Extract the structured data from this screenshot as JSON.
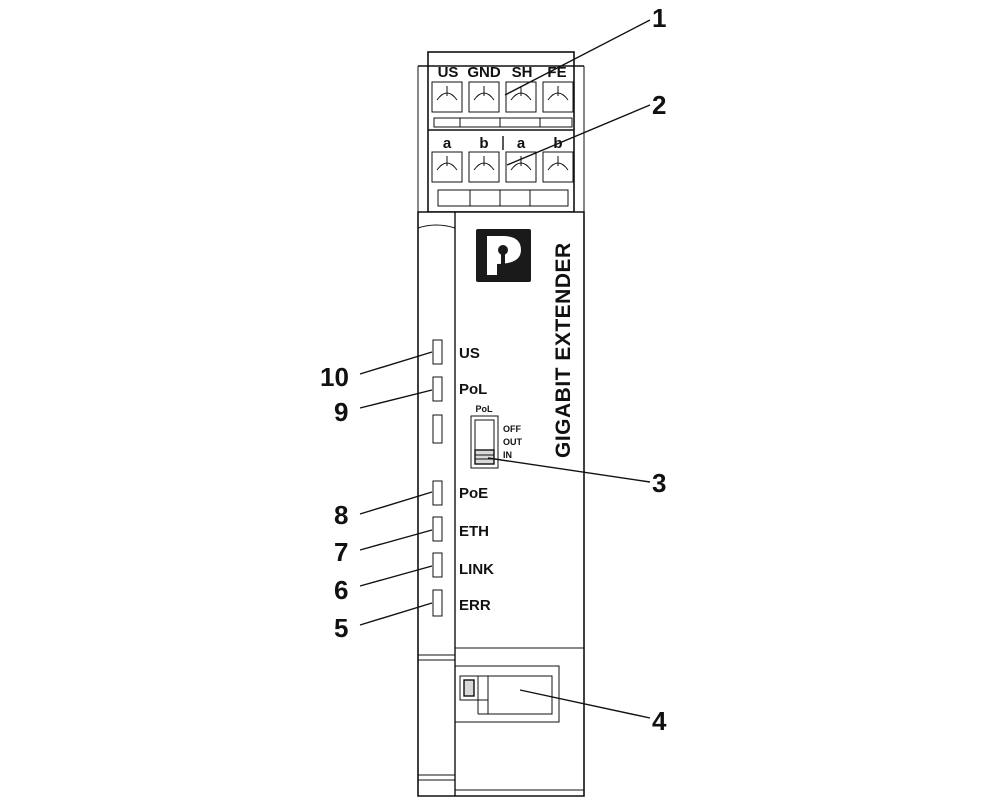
{
  "terminal_row1": [
    "US",
    "GND",
    "SH",
    "FE"
  ],
  "terminal_row2": [
    "a",
    "b",
    "a",
    "b"
  ],
  "brand_text": "GIGABIT EXTENDER",
  "led_labels": {
    "us": "US",
    "pol": "PoL",
    "poe": "PoE",
    "eth": "ETH",
    "link": "LINK",
    "err": "ERR"
  },
  "switch": {
    "title": "PoL",
    "positions": [
      "OFF",
      "OUT",
      "IN"
    ]
  },
  "callouts": {
    "c1": "1",
    "c2": "2",
    "c3": "3",
    "c4": "4",
    "c5": "5",
    "c6": "6",
    "c7": "7",
    "c8": "8",
    "c9": "9",
    "c10": "10"
  },
  "colors": {
    "line": "#111111",
    "logo": "#1a1a1a",
    "shade": "#d9d9d9"
  }
}
